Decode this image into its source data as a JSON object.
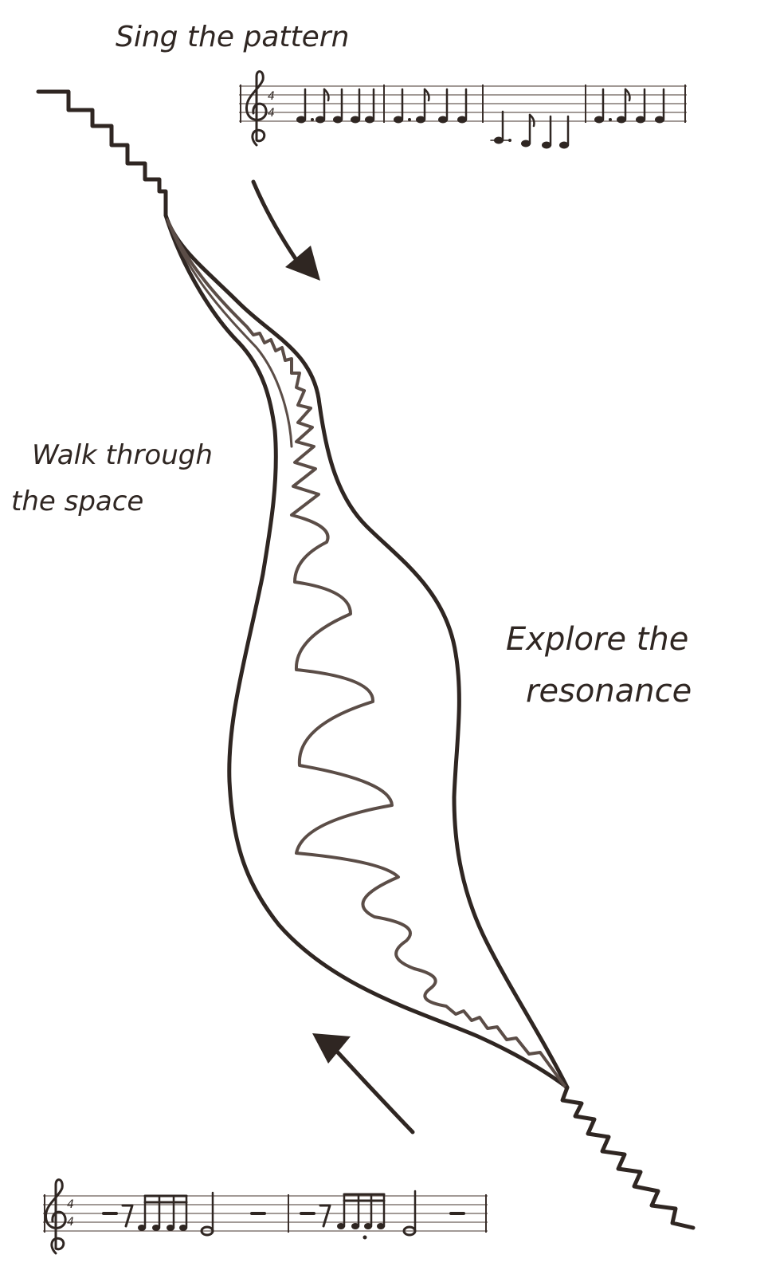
{
  "labels": {
    "top": "Sing the pattern",
    "left_line1": "Walk through",
    "left_line2": "the space",
    "right_line1": "Explore the",
    "right_line2": "resonance"
  },
  "colors": {
    "ink": "#2f2622",
    "background": "#ffffff"
  },
  "icons": {
    "top_score": "treble-clef-staff-icon",
    "bottom_score": "treble-clef-staff-icon",
    "arrow_down": "arrow-down-icon",
    "arrow_up": "arrow-up-icon"
  }
}
